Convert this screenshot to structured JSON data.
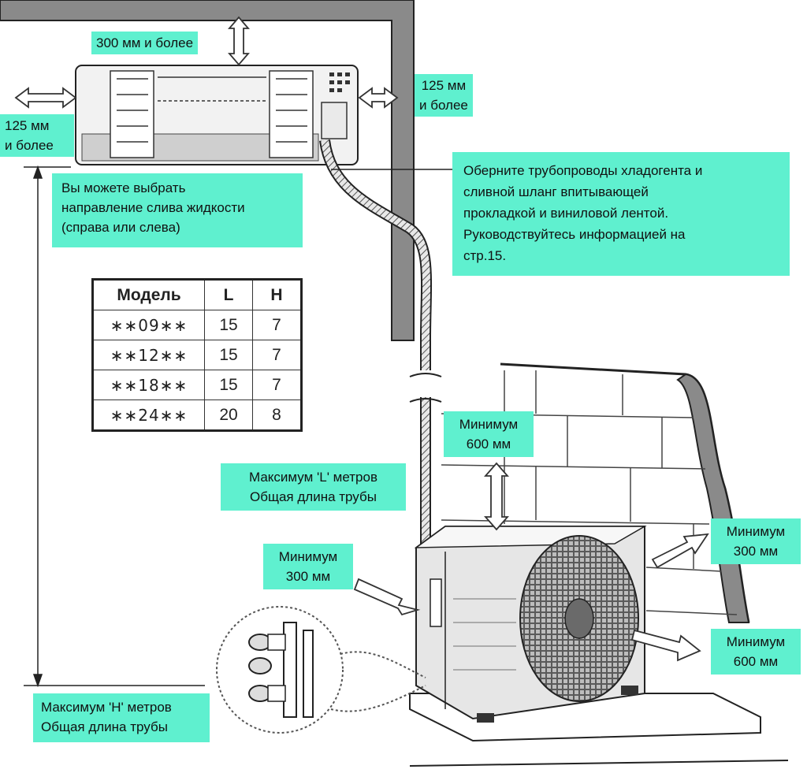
{
  "labels": {
    "top_clearance": "300 мм и более",
    "right_clearance": [
      "125 мм",
      "и более"
    ],
    "left_clearance": [
      "125 мм",
      "и более"
    ],
    "drain_direction": [
      "Вы можете выбрать",
      "направление слива жидкости",
      "(справа или слева)"
    ],
    "wrap_pipes": [
      "Оберните трубопроводы хладогента и",
      "сливной шланг впитывающей",
      "прокладкой и виниловой лентой.",
      "Руководствуйтесь информацией на",
      "стр.15."
    ],
    "max_l": [
      "Максимум 'L' метров",
      "Общая длина трубы"
    ],
    "max_h": [
      "Максимум 'H' метров",
      "Общая длина трубы"
    ],
    "min_600_top": [
      "Минимум",
      "600 мм"
    ],
    "min_300_left": [
      "Минимум",
      "300 мм"
    ],
    "min_300_right": [
      "Минимум",
      "300 мм"
    ],
    "min_600_front": [
      "Минимум",
      "600 мм"
    ]
  },
  "table": {
    "headers": [
      "Модель",
      "L",
      "H"
    ],
    "rows": [
      [
        "∗∗09∗∗",
        "15",
        "7"
      ],
      [
        "∗∗12∗∗",
        "15",
        "7"
      ],
      [
        "∗∗18∗∗",
        "15",
        "7"
      ],
      [
        "∗∗24∗∗",
        "20",
        "8"
      ]
    ]
  },
  "colors": {
    "callout_bg": "#5ff0cf",
    "wall": "#8a8a8a",
    "ink": "#333333"
  },
  "icons": [
    "double-arrow-icon",
    "indoor-unit-icon",
    "outdoor-unit-icon",
    "valve-detail-icon",
    "pipe-icon"
  ]
}
